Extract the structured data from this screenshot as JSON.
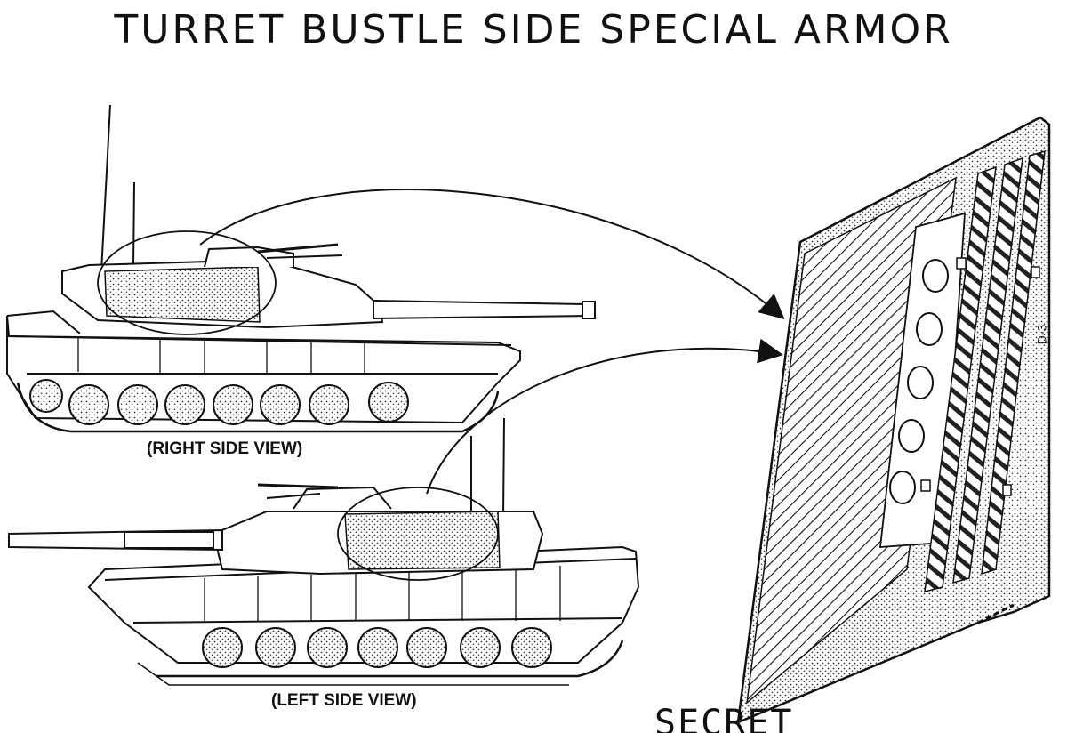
{
  "title": "TURRET BUSTLE SIDE SPECIAL ARMOR",
  "captions": {
    "right_view": "(RIGHT SIDE VIEW)",
    "left_view": "(LEFT SIDE VIEW)"
  },
  "page_number": "D-3",
  "classification": "SECRET",
  "colors": {
    "ink": "#111111",
    "paper": "#ffffff",
    "stipple": "#555555"
  }
}
